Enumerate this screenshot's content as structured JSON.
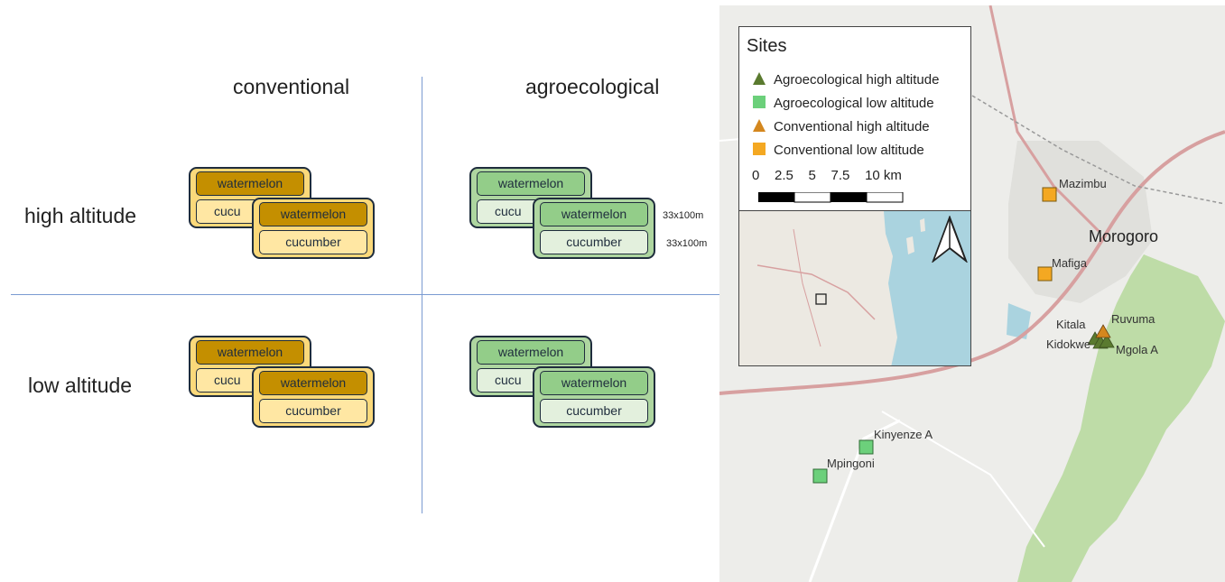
{
  "diagram": {
    "columns": {
      "conventional": "conventional",
      "agroecological": "agroecological"
    },
    "rows": {
      "high": "high altitude",
      "low": "low altitude"
    },
    "card": {
      "crop_top": "watermelon",
      "crop_bottom": "cucumber",
      "crop_bottom_clipped": "cucu"
    },
    "dimensions": {
      "top_plot": "33x100m",
      "bottom_plot": "33x100m"
    },
    "colors": {
      "conventional_fill": "#fbd97a",
      "conventional_top": "#c48f00",
      "conventional_bottom": "#ffe7a3",
      "agro_fill": "#aed6a0",
      "agro_top": "#93cd89",
      "agro_bottom": "#e3f0dd",
      "divider": "#7a9bd1"
    }
  },
  "map": {
    "legend": {
      "title": "Sites",
      "items": [
        {
          "label": "Agroecological high altitude",
          "symbol": "triangle",
          "color": "#5a7a2f"
        },
        {
          "label": "Agroecological low altitude",
          "symbol": "square",
          "color": "#6cd07b"
        },
        {
          "label": "Conventional high altitude",
          "symbol": "triangle",
          "color": "#d4871e"
        },
        {
          "label": "Conventional low altitude",
          "symbol": "square",
          "color": "#f4a822"
        }
      ],
      "scale_labels": "0    2.5    5    7.5    10 km"
    },
    "city": "Morogoro",
    "sites": {
      "mazimbu": "Mazimbu",
      "mafiga": "Mafiga",
      "kitala": "Kitala",
      "ruvuma": "Ruvuma",
      "kidokwe": "Kidokwe",
      "mgola": "Mgola A",
      "kinyenze": "Kinyenze A",
      "mpingoni": "Mpingoni"
    },
    "colors": {
      "forest": "#a8cf8c",
      "road": "#d7a0a0",
      "water": "#aad3df"
    }
  }
}
